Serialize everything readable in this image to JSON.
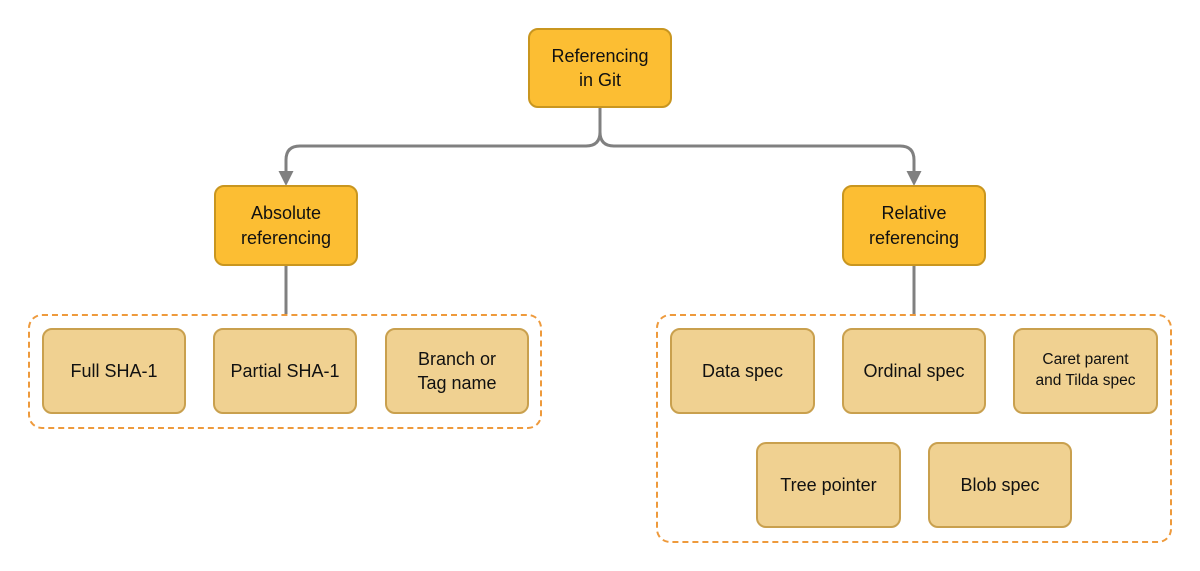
{
  "diagram": {
    "root": {
      "label": "Referencing\nin Git"
    },
    "branches": [
      {
        "label": "Absolute\nreferencing",
        "leaves": [
          "Full SHA-1",
          "Partial SHA-1",
          "Branch or\nTag name"
        ]
      },
      {
        "label": "Relative\nreferencing",
        "leaves": [
          "Data spec",
          "Ordinal spec",
          "Caret parent\nand Tilda spec",
          "Tree  pointer",
          "Blob spec"
        ]
      }
    ]
  },
  "colors": {
    "primary_fill": "#FCBE33",
    "primary_border": "#C9961F",
    "leaf_fill": "#F0D191",
    "leaf_border": "#C9A04E",
    "group_border": "#EE9A3C",
    "connector": "#808080"
  }
}
